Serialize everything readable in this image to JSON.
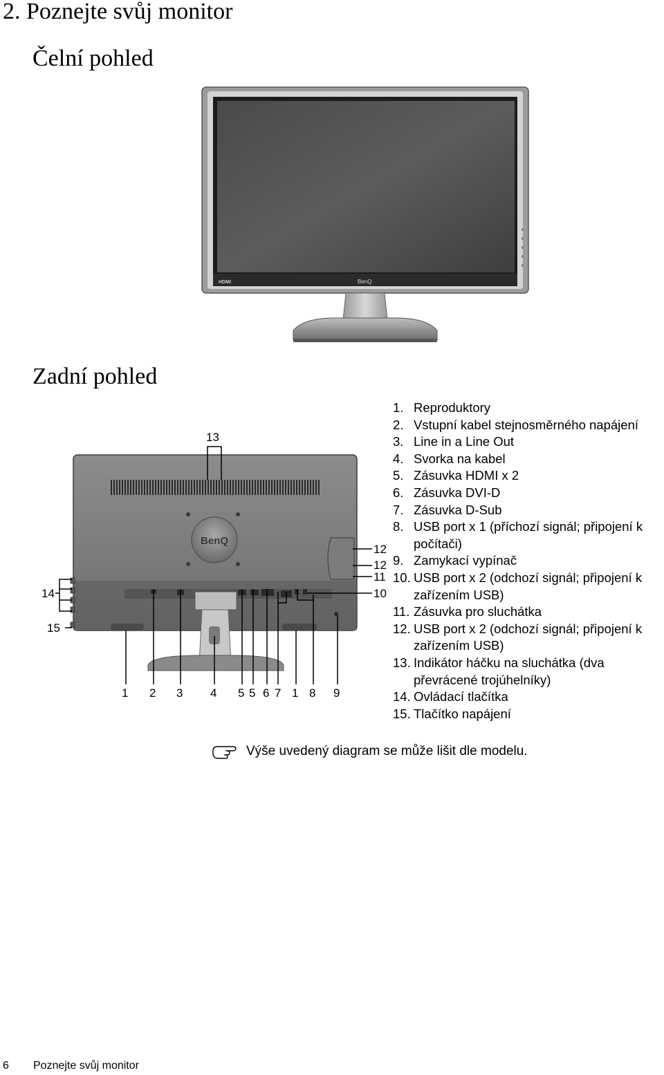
{
  "chapter_title": "2. Poznejte svůj monitor",
  "front_view": {
    "heading": "Čelní pohled",
    "brand_logo": "BenQ",
    "hdmi_logo": "HDMI"
  },
  "rear_view": {
    "heading": "Zadní pohled",
    "brand_logo": "BenQ",
    "bottom_callouts": [
      "1",
      "2",
      "3",
      "4",
      "5",
      "5",
      "6",
      "7",
      "1",
      "8",
      "9"
    ],
    "right_callouts": [
      "12",
      "12",
      "11",
      "10"
    ],
    "top_callout": "13",
    "left_callouts": [
      "14",
      "15"
    ]
  },
  "legend": [
    {
      "num": "1.",
      "text": "Reproduktory"
    },
    {
      "num": "2.",
      "text": "Vstupní kabel stejnosměrného napájení"
    },
    {
      "num": "3.",
      "text": "Line in a Line Out"
    },
    {
      "num": "4.",
      "text": "Svorka na kabel"
    },
    {
      "num": "5.",
      "text": "Zásuvka HDMI x 2"
    },
    {
      "num": "6.",
      "text": "Zásuvka DVI-D"
    },
    {
      "num": "7.",
      "text": "Zásuvka D-Sub"
    },
    {
      "num": "8.",
      "text": "USB port x 1 (příchozí signál; připojení k počítači)"
    },
    {
      "num": "9.",
      "text": "Zamykací vypínač"
    },
    {
      "num": "10.",
      "text": "USB port x 2 (odchozí signál; připojení k zařízením USB)"
    },
    {
      "num": "11.",
      "text": "Zásuvka pro sluchátka"
    },
    {
      "num": "12.",
      "text": "USB port x 2 (odchozí signál; připojení k zařízením USB)"
    },
    {
      "num": "13.",
      "text": "Indikátor háčku na sluchátka (dva převrácené trojúhelníky)"
    },
    {
      "num": "14.",
      "text": "Ovládací tlačítka"
    },
    {
      "num": "15.",
      "text": "Tlačítko napájení"
    }
  ],
  "note": {
    "icon": "pointing-hand-icon",
    "text": "Výše uvedený diagram se může lišit dle modelu."
  },
  "footer": {
    "page_number": "6",
    "label": "Poznejte svůj monitor"
  }
}
